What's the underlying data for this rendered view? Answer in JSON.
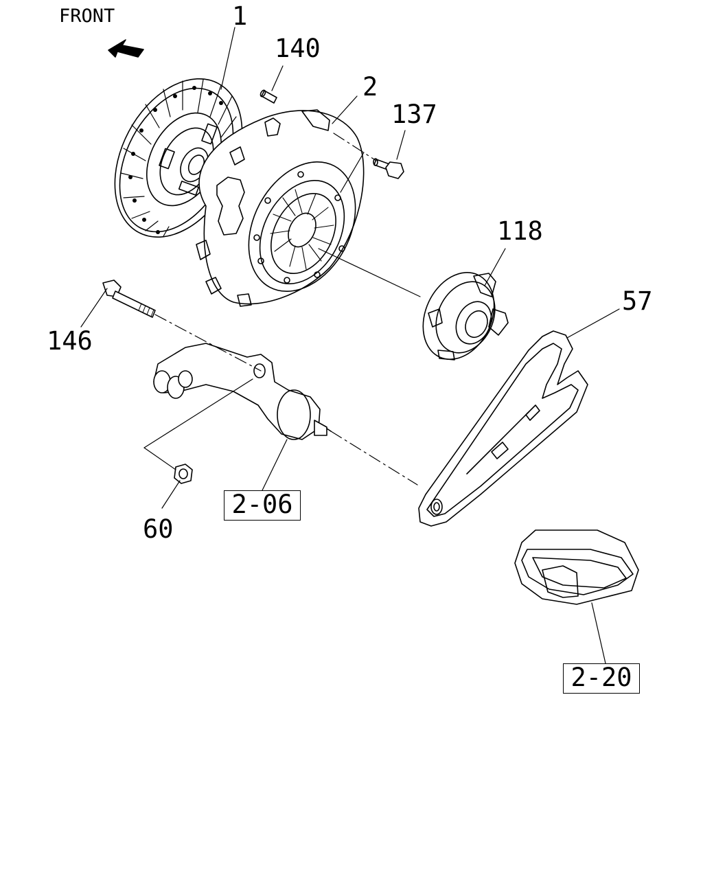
{
  "orientation": {
    "label": "FRONT",
    "icon": "front-arrow-icon"
  },
  "callouts": [
    {
      "id": "1",
      "label": "1",
      "part": "clutch-disc"
    },
    {
      "id": "140",
      "label": "140",
      "part": "dowel-pin"
    },
    {
      "id": "2",
      "label": "2",
      "part": "pressure-plate-cover"
    },
    {
      "id": "137",
      "label": "137",
      "part": "bolt"
    },
    {
      "id": "118",
      "label": "118",
      "part": "release-bearing"
    },
    {
      "id": "57",
      "label": "57",
      "part": "release-fork"
    },
    {
      "id": "146",
      "label": "146",
      "part": "long-bolt"
    },
    {
      "id": "60",
      "label": "60",
      "part": "nut"
    }
  ],
  "references": [
    {
      "id": "2-06",
      "label": "2-06",
      "part": "slave-cylinder"
    },
    {
      "id": "2-20",
      "label": "2-20",
      "part": "rubber-boot"
    }
  ]
}
